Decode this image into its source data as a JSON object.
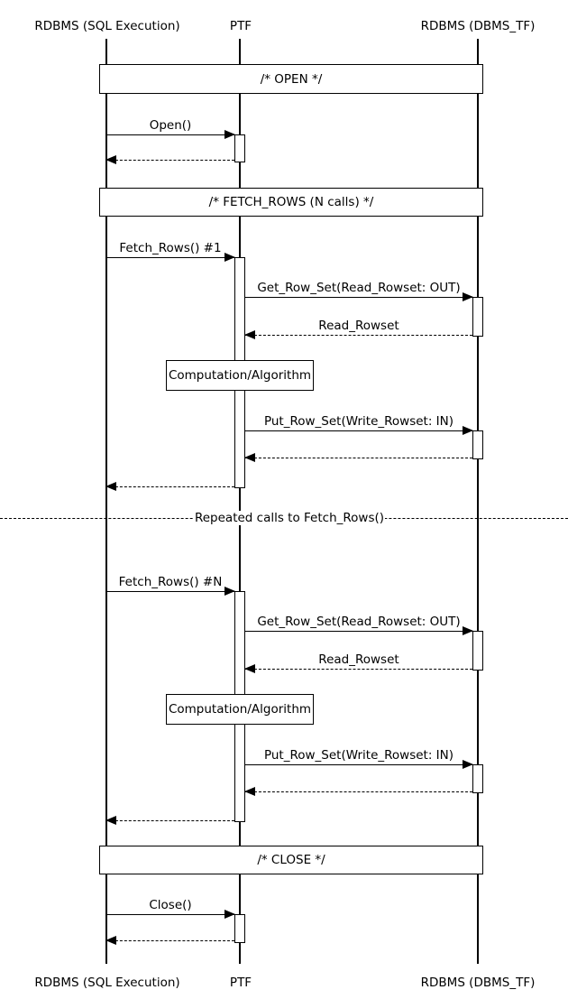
{
  "diagram": {
    "actors": [
      {
        "label": "RDBMS (SQL Execution)"
      },
      {
        "label": "PTF"
      },
      {
        "label": "RDBMS (DBMS_TF)"
      }
    ],
    "bands": {
      "open": "/* OPEN */",
      "fetch": "/* FETCH_ROWS (N calls) */",
      "close": "/* CLOSE */"
    },
    "messages": {
      "open": "Open()",
      "fetch_1": "Fetch_Rows() #1",
      "fetch_n": "Fetch_Rows() #N",
      "get_row_set": "Get_Row_Set(Read_Rowset: OUT)",
      "read_rowset": "Read_Rowset",
      "put_row_set": "Put_Row_Set(Write_Rowset: IN)",
      "close": "Close()"
    },
    "note": "Computation/Algorithm",
    "divider": "Repeated calls to Fetch_Rows()",
    "colors": {
      "line": "#000000",
      "background": "#ffffff"
    }
  }
}
